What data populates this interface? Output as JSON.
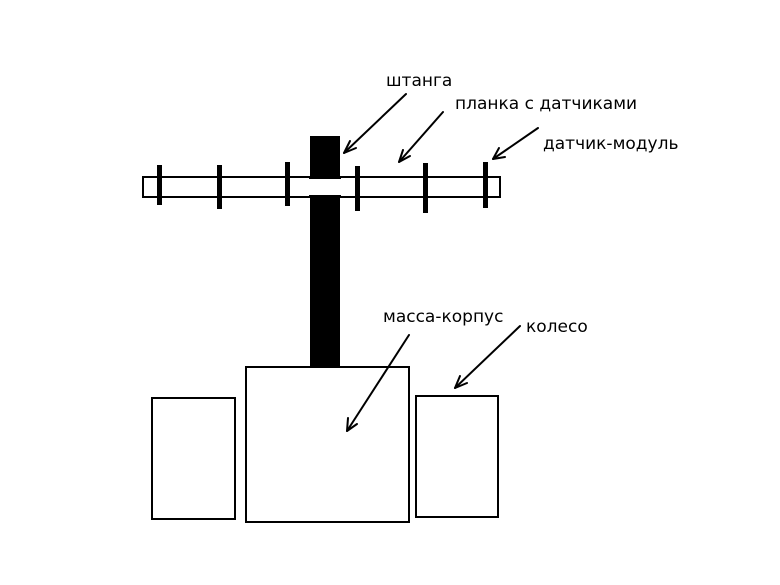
{
  "labels": {
    "boom": "штанга",
    "sensor_bar": "планка с датчиками",
    "sensor_module": "датчик-модуль",
    "body_mass": "масса-корпус",
    "wheel": "колесо"
  },
  "colors": {
    "ink": "#000000",
    "background": "#ffffff"
  }
}
